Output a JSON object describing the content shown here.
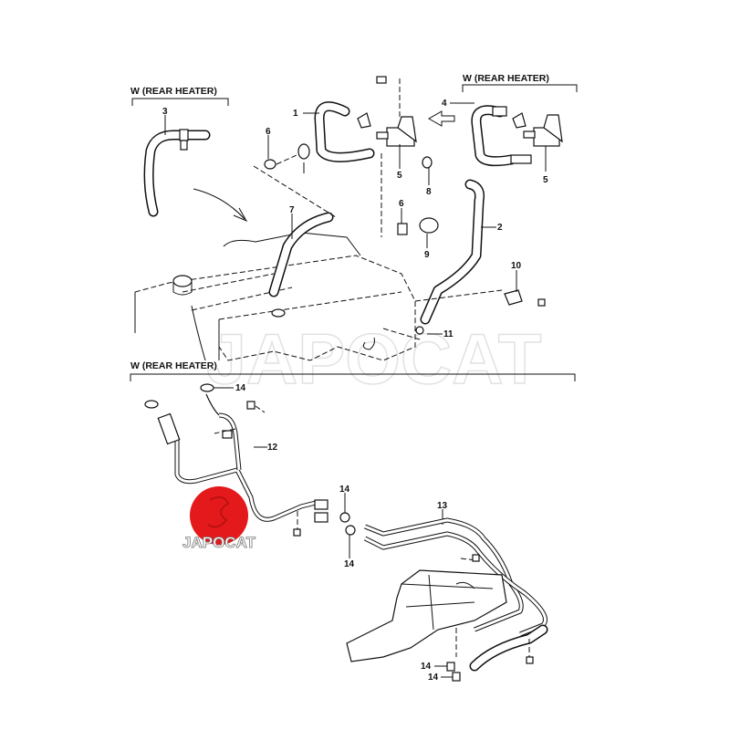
{
  "diagram": {
    "section_headers": [
      "W (REAR HEATER)",
      "W (REAR HEATER)",
      "W (REAR HEATER)"
    ],
    "callouts": [
      "3",
      "1",
      "6",
      "4",
      "5",
      "8",
      "5",
      "6",
      "9",
      "7",
      "2",
      "10",
      "11",
      "14",
      "12",
      "14",
      "14",
      "13",
      "14",
      "14"
    ],
    "watermark": "JAPOCAT",
    "logo_text": "JAPOCAT",
    "colors": {
      "logo_red": "#e3191b",
      "line": "#111111",
      "watermark": "#e6e6e6"
    }
  }
}
